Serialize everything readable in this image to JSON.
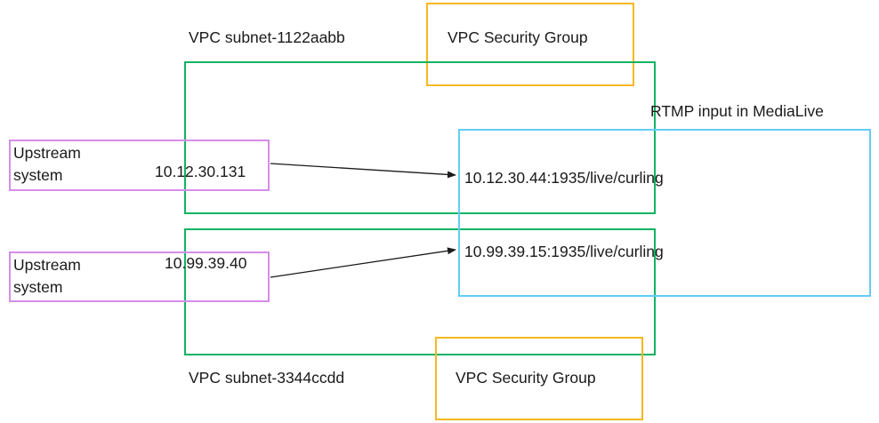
{
  "diagram": {
    "title_text_elements": {
      "subnet_top_label": "VPC subnet-1122aabb",
      "subnet_bottom_label": "VPC subnet-3344ccdd",
      "security_group_top_label": "VPC Security Group",
      "security_group_bottom_label": "VPC Security Group",
      "rtmp_input_label": "RTMP input in MediaLive"
    },
    "upstream_systems": [
      {
        "name_line1": "Upstream",
        "name_line2": "system",
        "ip_address": "10.12.30.131"
      },
      {
        "name_line1": "Upstream",
        "name_line2": "system",
        "ip_address": "10.99.39.40"
      }
    ],
    "rtmp_endpoints": [
      {
        "url": "10.12.30.44:1935/live/curling"
      },
      {
        "url": "10.99.39.15:1935/live/curling"
      }
    ],
    "colors": {
      "subnet_green": "#12b463",
      "security_group_yellow": "#f5b820",
      "rtmp_blue": "#62cdf5",
      "upstream_purple": "#d58ee8",
      "arrow_black": "#1a1a1a",
      "text": "#1a1a1a",
      "background": "#ffffff"
    }
  }
}
